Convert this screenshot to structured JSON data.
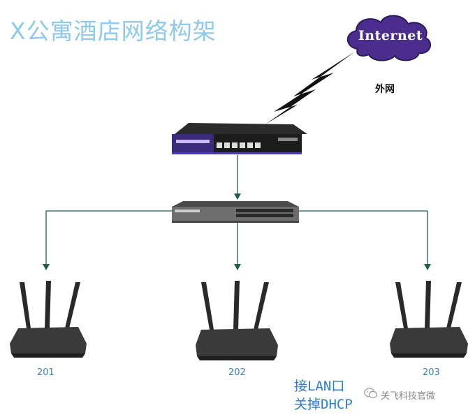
{
  "title": "X公寓酒店网络构架",
  "internet": {
    "label": "Internet"
  },
  "wan": {
    "label": "外网"
  },
  "rooms": [
    {
      "label": "201"
    },
    {
      "label": "202"
    },
    {
      "label": "203"
    }
  ],
  "note": {
    "line1": "接LAN口",
    "line2": "关掉DHCP"
  },
  "watermark": {
    "text": "关飞科技官微"
  },
  "colors": {
    "title": "#8ec9ee",
    "cloud": "#4a2d8c",
    "router_body": "#1c1c1c",
    "router_stripe": "#3a2a7a",
    "switch_body": "#6e6e6e",
    "arrow": "#1f5d52",
    "note": "#2a7dd0"
  },
  "icons": [
    "cloud-icon",
    "lightning-icon",
    "gateway-router-icon",
    "switch-icon",
    "wifi-router-icon",
    "wechat-icon"
  ]
}
